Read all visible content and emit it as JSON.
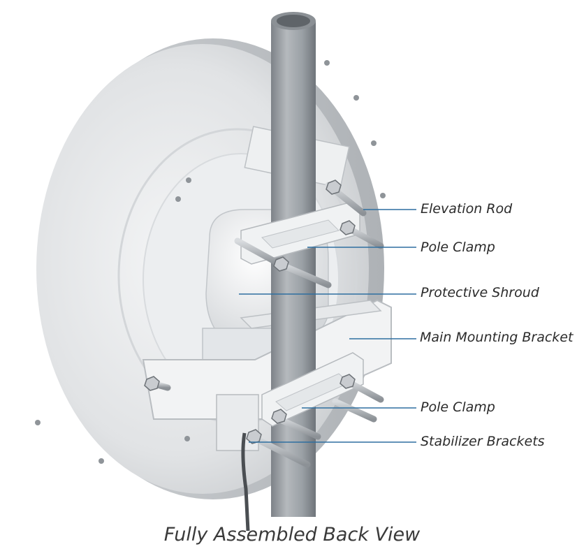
{
  "callouts": [
    {
      "label": "Elevation Rod"
    },
    {
      "label": "Pole Clamp"
    },
    {
      "label": "Protective Shroud"
    },
    {
      "label": "Main Mounting Bracket"
    },
    {
      "label": "Pole Clamp"
    },
    {
      "label": "Stabilizer Brackets"
    }
  ],
  "caption": "Fully Assembled Back View",
  "colors": {
    "leader_line": "#2e6fa0",
    "dish_face": "#e3e5e7",
    "pole": "#9ea3a8"
  }
}
